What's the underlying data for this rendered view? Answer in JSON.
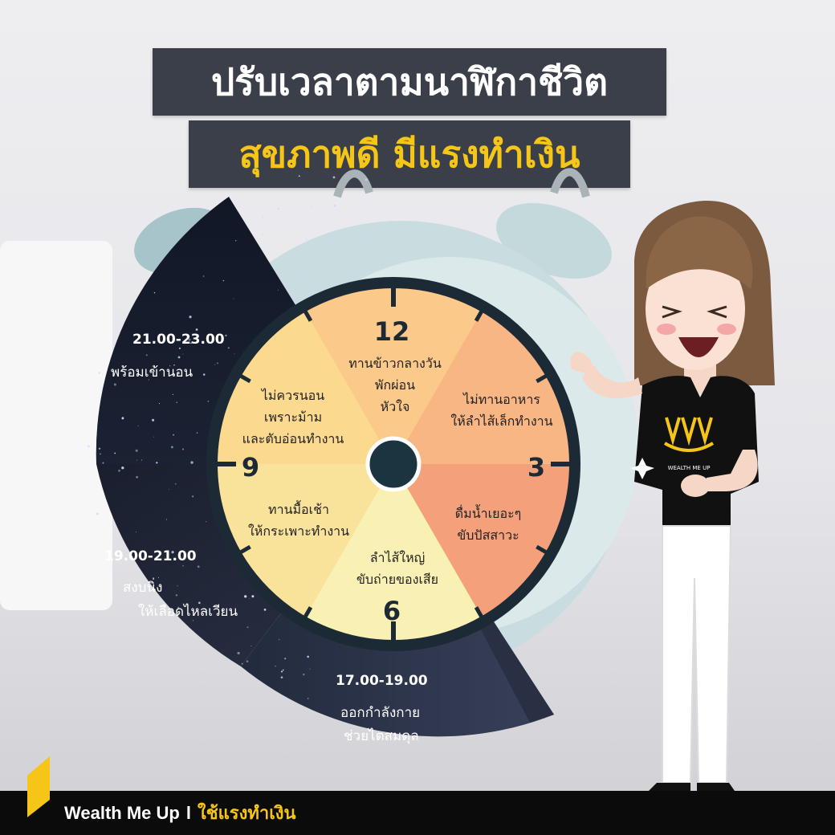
{
  "title": {
    "line1": "ปรับเวลาตามนาฬิกาชีวิต",
    "line2": "สุขภาพดี  มีแรงทำเงิน"
  },
  "clock": {
    "numbers": {
      "n12": "12",
      "n3": "3",
      "n6": "6",
      "n9": "9"
    },
    "segments": [
      {
        "lines": [
          "ทานข้าวกลางวัน",
          "พักผ่อน",
          "หัวใจ"
        ],
        "color": "#fbc98a"
      },
      {
        "lines": [
          "ไม่ทานอาหาร",
          "ให้ลำไส้เล็กทำงาน"
        ],
        "color": "#f8b685"
      },
      {
        "lines": [
          "ดื่มน้ำเยอะๆ",
          "ขับปัสสาวะ"
        ],
        "color": "#f3a07b"
      },
      {
        "lines": [
          "ลำไส้ใหญ่",
          "ขับถ่ายของเสีย"
        ],
        "color": "#f8f1b3"
      },
      {
        "lines": [
          "ทานมื้อเช้า",
          "ให้กระเพาะทำงาน"
        ],
        "color": "#f9e29a"
      },
      {
        "lines": [
          "ไม่ควรนอน",
          "เพราะม้าม",
          "และตับอ่อนทำงาน"
        ],
        "color": "#fbd98f"
      }
    ]
  },
  "night": {
    "s1": {
      "time": "21.00-23.00",
      "lines": [
        "พร้อมเข้านอน"
      ]
    },
    "s2": {
      "time": "19.00-21.00",
      "lines": [
        "สงบนิ่ง",
        "ให้เลือดไหลเวียน"
      ]
    },
    "s3": {
      "time": "17.00-19.00",
      "lines": [
        "ออกกำลังกาย",
        "ช่วยไตสมดุล"
      ]
    }
  },
  "shirt_logo": "WEALTH ME UP",
  "footer": {
    "brand": "Wealth Me Up",
    "separator": "l",
    "slogan": "ใช้แรงทำเงิน"
  },
  "colors": {
    "title_bg": "#3b3f4a",
    "accent_yellow": "#f5c518",
    "clock_rim": "#1c2a36",
    "night_bg": "#1a2030"
  }
}
